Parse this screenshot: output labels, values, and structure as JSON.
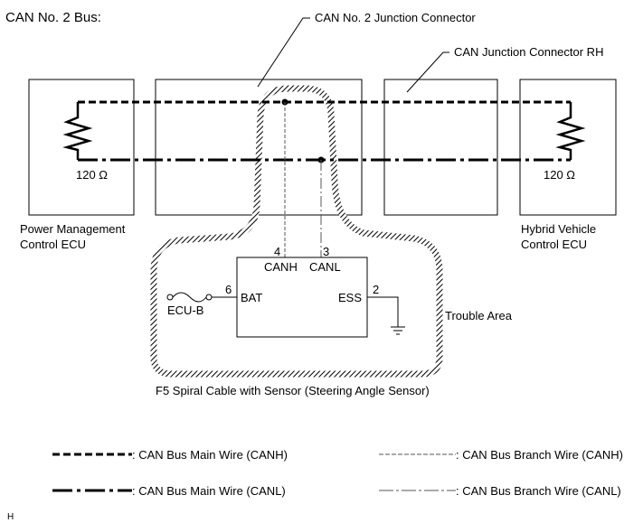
{
  "title": "CAN No. 2 Bus:",
  "connectors": {
    "junction2": "CAN No. 2 Junction Connector",
    "junction_rh": "CAN Junction Connector RH"
  },
  "ecus": {
    "power_mgmt": {
      "line1": "Power Management",
      "line2": "Control ECU",
      "resistance": "120 Ω"
    },
    "hybrid": {
      "line1": "Hybrid Vehicle",
      "line2": "Control ECU",
      "resistance": "120 Ω"
    }
  },
  "sensor": {
    "pin_canh_num": "4",
    "pin_canh": "CANH",
    "pin_canl_num": "3",
    "pin_canl": "CANL",
    "pin_bat_num": "6",
    "pin_bat": "BAT",
    "pin_ess_num": "2",
    "pin_ess": "ESS",
    "fuse": "ECU-B",
    "caption": "F5  Spiral Cable with Sensor (Steering Angle Sensor)"
  },
  "trouble_area": "Trouble Area",
  "legend": {
    "main_canh": ": CAN Bus Main Wire (CANH)",
    "main_canl": ": CAN Bus Main Wire (CANL)",
    "branch_canh": ": CAN Bus Branch Wire (CANH)",
    "branch_canl": ": CAN Bus Branch Wire (CANL)"
  },
  "footer_mark": "H",
  "colors": {
    "line": "#000000",
    "branch": "#555555",
    "background": "#ffffff"
  }
}
